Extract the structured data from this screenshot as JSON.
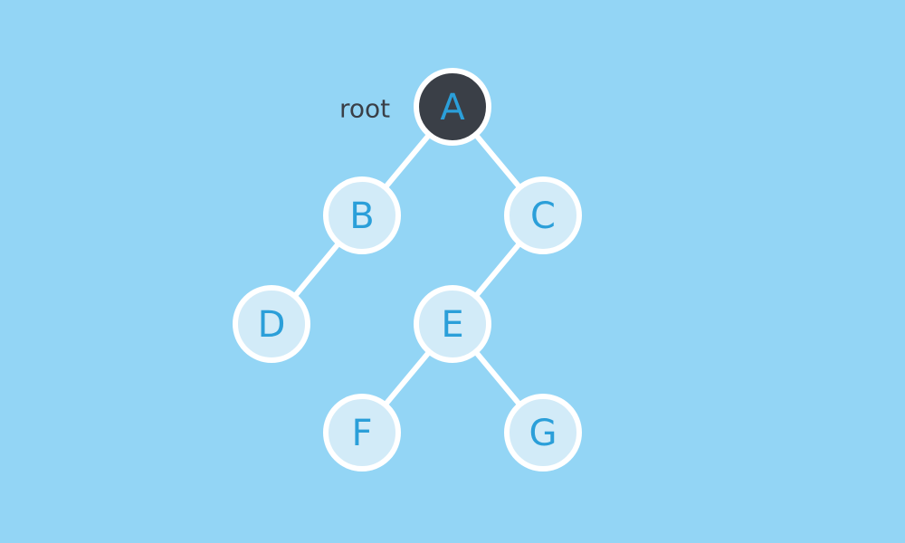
{
  "diagram": {
    "background_color": "#93d5f5",
    "edge_color": "#ffffff",
    "node_fill": "#d2ebf8",
    "node_stroke": "#ffffff",
    "node_text_color": "#2b9fd9",
    "root_fill": "#3a3f47",
    "root_text_color": "#2b9fd9",
    "annotation_text_color": "#3a3f47",
    "root_annotation": "root",
    "nodes": [
      {
        "id": "A",
        "label": "A",
        "is_root": true
      },
      {
        "id": "B",
        "label": "B",
        "is_root": false
      },
      {
        "id": "C",
        "label": "C",
        "is_root": false
      },
      {
        "id": "D",
        "label": "D",
        "is_root": false
      },
      {
        "id": "E",
        "label": "E",
        "is_root": false
      },
      {
        "id": "F",
        "label": "F",
        "is_root": false
      },
      {
        "id": "G",
        "label": "G",
        "is_root": false
      }
    ],
    "edges": [
      {
        "from": "A",
        "to": "B"
      },
      {
        "from": "A",
        "to": "C"
      },
      {
        "from": "B",
        "to": "D"
      },
      {
        "from": "C",
        "to": "E"
      },
      {
        "from": "E",
        "to": "F"
      },
      {
        "from": "E",
        "to": "G"
      }
    ]
  }
}
